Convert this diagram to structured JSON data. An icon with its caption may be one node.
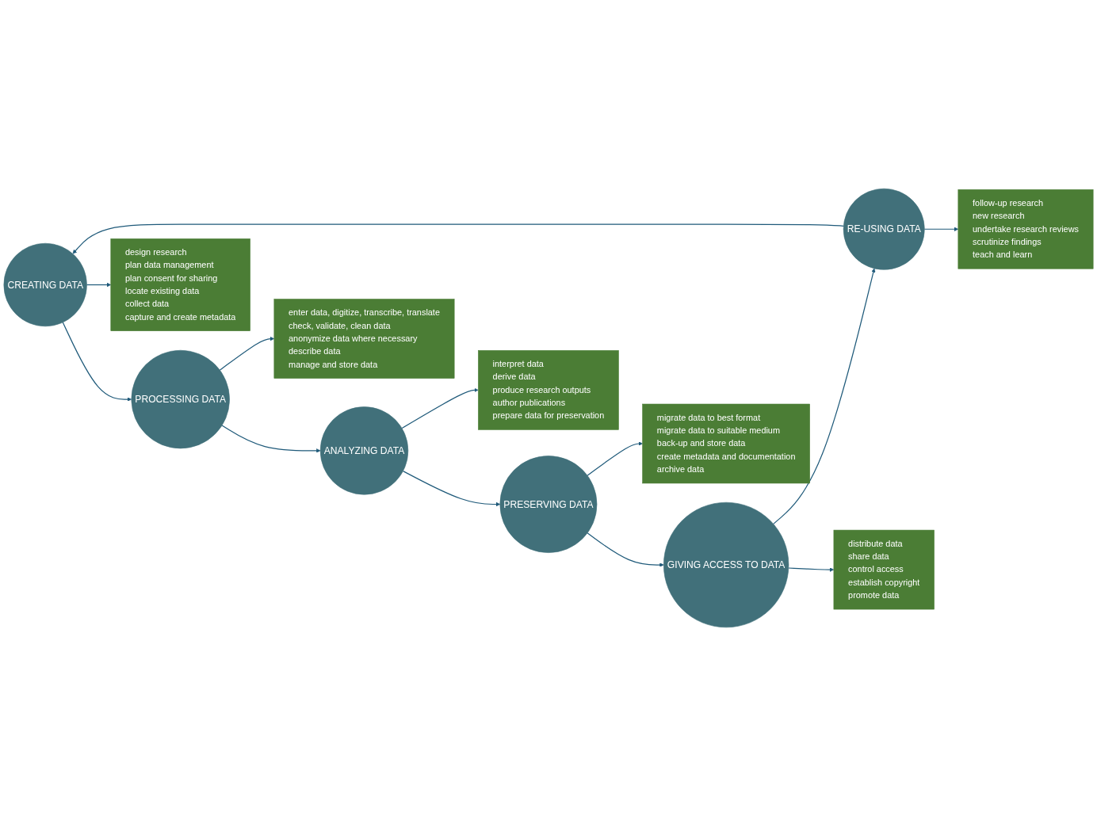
{
  "diagram": {
    "nodes": [
      {
        "text": [
          "CREATING DATA"
        ]
      },
      {
        "text": [
          "PROCESSING DATA"
        ]
      },
      {
        "text": [
          "ANALYZING DATA"
        ]
      },
      {
        "text": [
          "PRESERVING DATA"
        ]
      },
      {
        "text": [
          "GIVING ACCESS TO DATA"
        ]
      },
      {
        "text": [
          "RE-USING DATA"
        ]
      },
      {
        "text": [
          "design research",
          "plan data management",
          "plan consent for sharing",
          "locate existing data",
          "collect data",
          "capture and create metadata"
        ]
      },
      {
        "text": [
          "enter data, digitize, transcribe, translate",
          "check, validate, clean data",
          "anonymize data where necessary",
          "describe data",
          "manage and store data"
        ]
      },
      {
        "text": [
          "interpret data",
          "derive data",
          "produce research outputs",
          "author publications",
          "prepare data for preservation"
        ]
      },
      {
        "text": [
          "migrate data to best format",
          "migrate data to suitable medium",
          "back-up and store data",
          "create metadata and documentation",
          "archive data"
        ]
      },
      {
        "text": [
          "distribute data",
          "share data",
          "control access",
          "establish copyright",
          "promote data"
        ]
      },
      {
        "text": [
          "follow-up research",
          "new research",
          "undertake research reviews",
          "scrutinize findings",
          "teach and learn"
        ]
      }
    ],
    "edges": [
      {
        "from": 0,
        "to": 1,
        "arrow": "to"
      },
      {
        "from": 1,
        "to": 2,
        "arrow": "to"
      },
      {
        "from": 2,
        "to": 3,
        "arrow": "to"
      },
      {
        "from": 3,
        "to": 4,
        "arrow": "to"
      },
      {
        "from": 4,
        "to": 5,
        "arrow": "to"
      },
      {
        "from": 5,
        "to": 0,
        "arrow": "to"
      },
      {
        "from": 0,
        "to": 6,
        "arrow": "to"
      },
      {
        "from": 1,
        "to": 7,
        "arrow": "to"
      },
      {
        "from": 2,
        "to": 8,
        "arrow": "to"
      },
      {
        "from": 3,
        "to": 9,
        "arrow": "to"
      },
      {
        "from": 4,
        "to": 10,
        "arrow": "to"
      },
      {
        "from": 5,
        "to": 11,
        "arrow": "to"
      }
    ]
  }
}
